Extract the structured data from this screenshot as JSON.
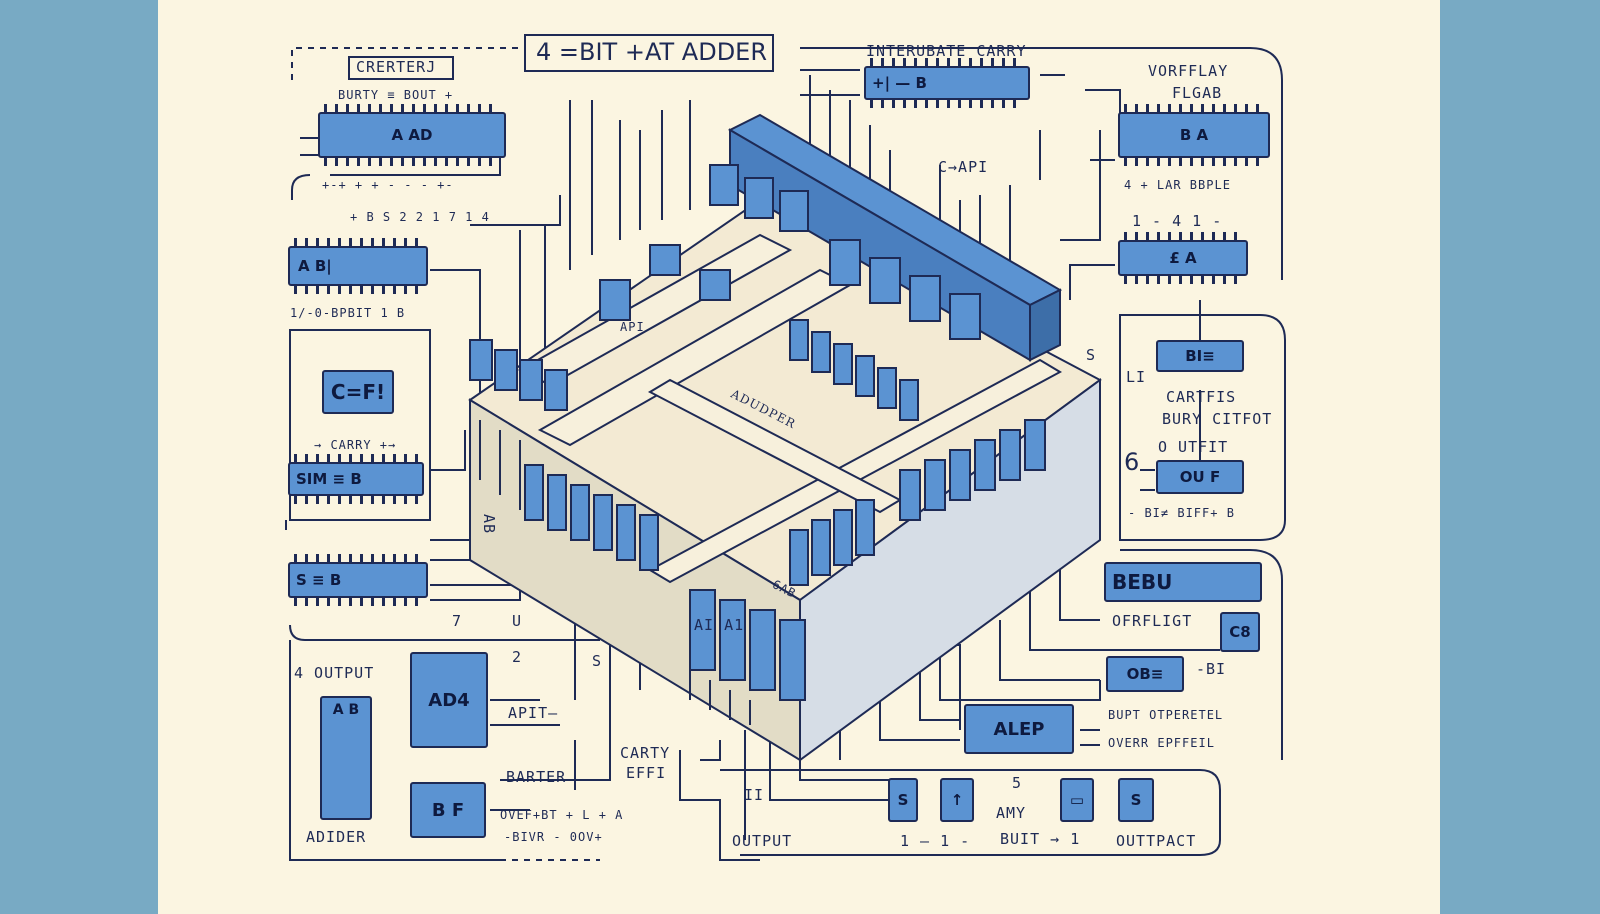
{
  "title": "4 =BIT +AT ADDER",
  "labels": {
    "creter": "CRERTERJ",
    "burty": "BURTY ≡ BOUT +",
    "aad": "A AD",
    "tick_top_left": "+-+ + + - - - +-",
    "bs": "+ B S 2 2 1 7 1 4",
    "ab_chip": "A  B|",
    "bpbit": "1/-0-BPBIT 1 B",
    "cef": "C=F!",
    "carry": "→ CARRY +→",
    "sim": "SIM ≡ B",
    "sb": "S  ≡ B",
    "ab_v": "AB",
    "seven": "7",
    "u": "U",
    "four_output": "4 OUTPUT",
    "ab_small": "A B",
    "adider": "ADIDER",
    "ad4": "AD4",
    "two": "2",
    "s_mid": "S",
    "apit": "APIT—",
    "barter": "BARTER",
    "bf": "B F",
    "ovef": "OVEF+BT + L + A",
    "bivr": "-BIVR - 0OV+",
    "carty": "CARTY",
    "effi": "EFFI",
    "adupper": "ADUDPER",
    "api": "API",
    "sab": "6AB",
    "ai_a1": "AI  A1",
    "interubate": "INTERUBATE CARRY",
    "interub_chip": "+|  —  B",
    "overflay": "VORFFLAY",
    "flgab": "FLGAB",
    "ba_chip": "B  A",
    "c_api": "C→API",
    "lab": "4 +  LAR BBPLE",
    "one_four": "1 -  4 1 -",
    "ea_chip": "£  A",
    "s_right": "S",
    "li": "LI",
    "bie_chip": "BI≡",
    "cartfis": "CARTFIS",
    "bury": "BURY CITFOT",
    "outfit": "O UTFIT",
    "six": "6",
    "ouf": "OU F",
    "bibf": "- BI≠ BIFF+ B",
    "bebu_chip": "BEBU",
    "ofrflight": "OFRFLIGT",
    "c8": "C8",
    "obi": "OB≡",
    "bi_right": "-BI",
    "alep": "ALEP",
    "bupt": "BUPT OTPERETEL",
    "overr": "OVERR EPFFEIL",
    "ii": "II",
    "output_bottom": "OUTPUT",
    "one_one": "1 — 1 -",
    "five": "5",
    "amy": "AMY",
    "buit": "BUIT → 1",
    "outtpact": "OUTTPACT",
    "s1": "S",
    "s3": "S"
  },
  "colors": {
    "ink": "#1e2a55",
    "chip_blue": "#5b93d2",
    "paper": "#fbf5e1",
    "frame": "#78aac4"
  }
}
